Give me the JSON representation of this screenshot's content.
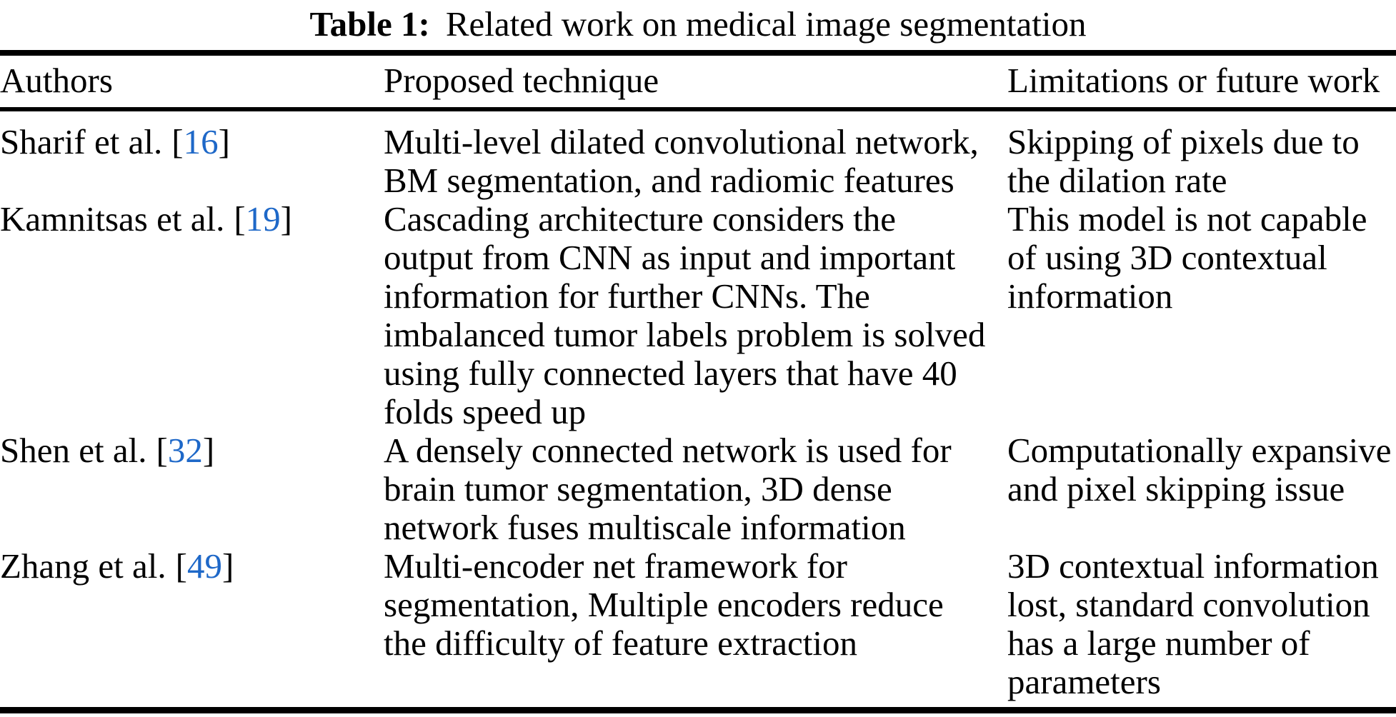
{
  "caption": {
    "label": "Table 1:",
    "text": "Related work on medical image segmentation"
  },
  "colors": {
    "background": "#ffffff",
    "text": "#000000",
    "rule": "#000000",
    "citation": "#1e68c8"
  },
  "table": {
    "columns": [
      "Authors",
      "Proposed technique",
      "Limitations or future work"
    ],
    "citation": {
      "open": "[",
      "close": "]"
    },
    "rows": [
      {
        "author": "Sharif et al.",
        "ref": "16",
        "technique": "Multi-level dilated convolutional network,\nBM segmentation, and radiomic features",
        "limitation": "Skipping of pixels due to\nthe dilation rate"
      },
      {
        "author": "Kamnitsas et al.",
        "ref": "19",
        "technique": "Cascading architecture considers the\noutput from CNN as input and important\ninformation for further CNNs. The\nimbalanced tumor labels problem is solved\nusing fully connected layers that have 40\nfolds speed up",
        "limitation": "This model is not capable\nof using 3D contextual\ninformation"
      },
      {
        "author": "Shen et al.",
        "ref": "32",
        "technique": "A densely connected network is used for\nbrain tumor segmentation, 3D dense\nnetwork fuses multiscale information",
        "limitation": "Computationally expansive\nand pixel skipping issue"
      },
      {
        "author": "Zhang et al.",
        "ref": "49",
        "technique": "Multi-encoder net framework for\nsegmentation, Multiple encoders reduce\nthe difficulty of feature extraction",
        "limitation": "3D contextual information\nlost, standard convolution\nhas a large number of\nparameters"
      }
    ]
  }
}
